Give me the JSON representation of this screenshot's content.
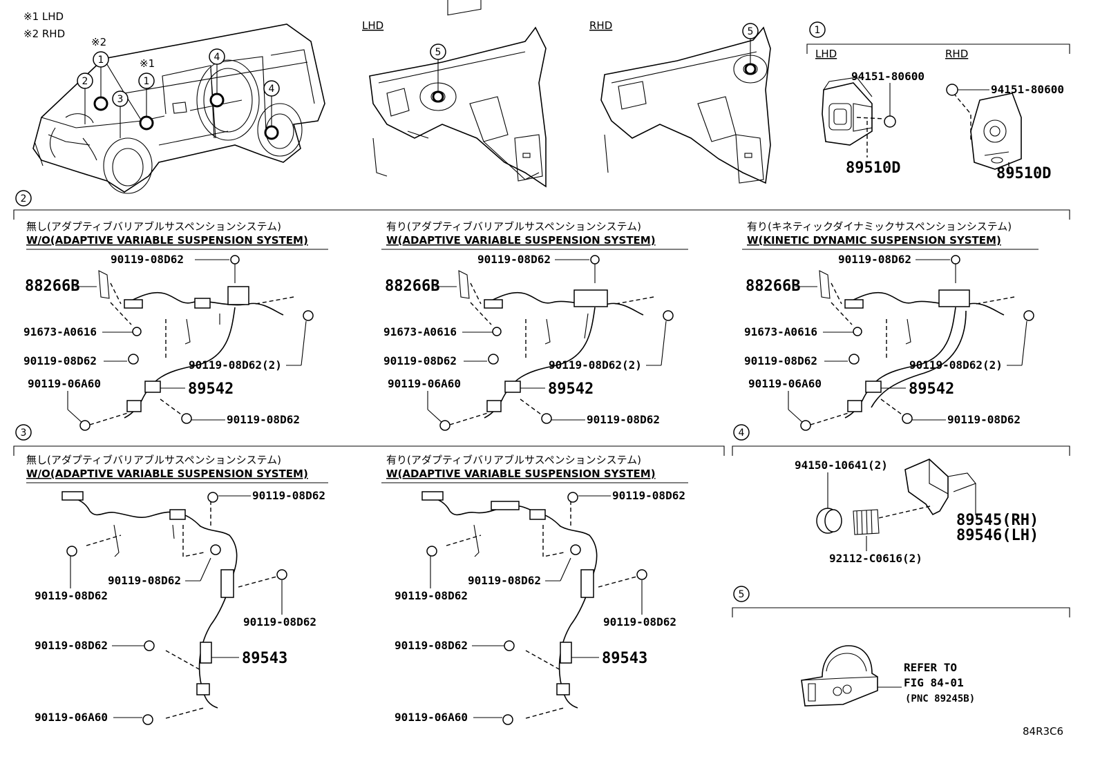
{
  "legend": {
    "note1": "※1 LHD",
    "note2": "※2 RHD",
    "mark1": "※1",
    "mark2": "※2"
  },
  "callouts": [
    "1",
    "2",
    "3",
    "4",
    "5"
  ],
  "views": {
    "lhd": "LHD",
    "rhd": "RHD"
  },
  "section1": {
    "num": "1",
    "lhd_label": "LHD",
    "rhd_label": "RHD",
    "lhd_bolt": "94151-80600",
    "rhd_bolt": "94151-80600",
    "lhd_part": "89510D",
    "rhd_part": "89510D"
  },
  "section2": {
    "num": "2",
    "panels": [
      {
        "title_jp": "無し(アダプティブバリアブルサスペンションシステム)",
        "title_en": "W/O(ADAPTIVE VARIABLE SUSPENSION SYSTEM)",
        "labels": {
          "bolt_top": "90119-08D62",
          "bracket": "88266B",
          "bolt_a": "91673-A0616",
          "bolt_b": "90119-08D62",
          "bolt_c": "90119-08D62(2)",
          "bolt_d": "90119-06A60",
          "sensor": "89542",
          "bolt_e": "90119-08D62"
        }
      },
      {
        "title_jp": "有り(アダプティブバリアブルサスペンションシステム)",
        "title_en": "W(ADAPTIVE VARIABLE SUSPENSION SYSTEM)",
        "labels": {
          "bolt_top": "90119-08D62",
          "bracket": "88266B",
          "bolt_a": "91673-A0616",
          "bolt_b": "90119-08D62",
          "bolt_c": "90119-08D62(2)",
          "bolt_d": "90119-06A60",
          "sensor": "89542",
          "bolt_e": "90119-08D62"
        }
      },
      {
        "title_jp": "有り(キネティックダイナミックサスペンションシステム)",
        "title_en": "W(KINETIC DYNAMIC SUSPENSION SYSTEM)",
        "labels": {
          "bolt_top": "90119-08D62",
          "bracket": "88266B",
          "bolt_a": "91673-A0616",
          "bolt_b": "90119-08D62",
          "bolt_c": "90119-08D62(2)",
          "bolt_d": "90119-06A60",
          "sensor": "89542",
          "bolt_e": "90119-08D62"
        }
      }
    ]
  },
  "section3": {
    "num": "3",
    "panels": [
      {
        "title_jp": "無し(アダプティブバリアブルサスペンションシステム)",
        "title_en": "W/O(ADAPTIVE VARIABLE SUSPENSION SYSTEM)",
        "labels": {
          "bolt_top": "90119-08D62",
          "bolt_left": "90119-08D62",
          "bolt_mid": "90119-08D62",
          "bolt_right": "90119-08D62",
          "bolt_low": "90119-08D62",
          "sensor": "89543",
          "bolt_bottom": "90119-06A60"
        }
      },
      {
        "title_jp": "有り(アダプティブバリアブルサスペンションシステム)",
        "title_en": "W(ADAPTIVE VARIABLE SUSPENSION SYSTEM)",
        "labels": {
          "bolt_top": "90119-08D62",
          "bolt_left": "90119-08D62",
          "bolt_mid": "90119-08D62",
          "bolt_right": "90119-08D62",
          "bolt_low": "90119-08D62",
          "sensor": "89543",
          "bolt_bottom": "90119-06A60"
        }
      }
    ]
  },
  "section4": {
    "num": "4",
    "clip": "94150-10641(2)",
    "grommet": "92112-C0616(2)",
    "part_rh": "89545(RH)",
    "part_lh": "89546(LH)"
  },
  "section5": {
    "num": "5",
    "refer_line1": "REFER TO",
    "refer_line2": "FIG 84-01",
    "refer_line3": "(PNC 89245B)"
  },
  "figure_code": "84R3C6"
}
